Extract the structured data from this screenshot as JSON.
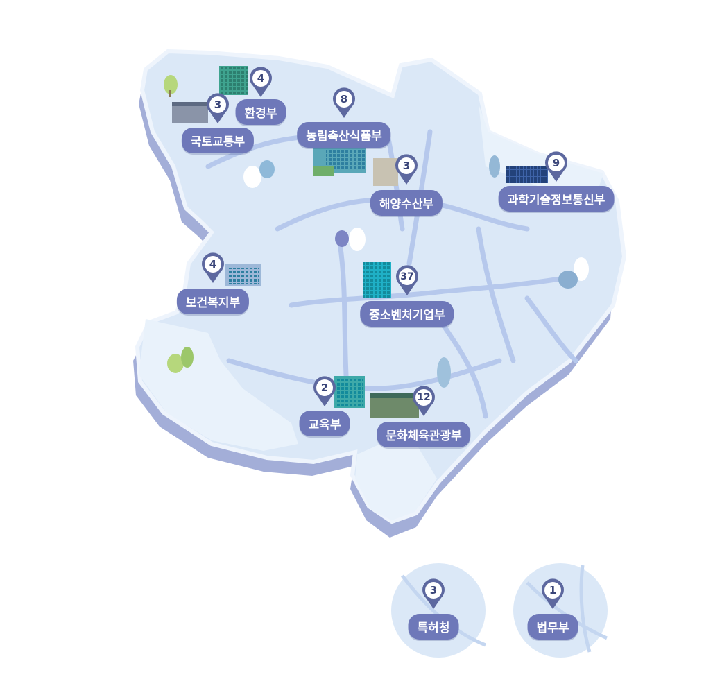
{
  "markers": [
    {
      "key": "hwangyeong",
      "label": "환경부",
      "count": "4"
    },
    {
      "key": "gukto",
      "label": "국토교통부",
      "count": "3"
    },
    {
      "key": "nongrim",
      "label": "농림축산식품부",
      "count": "8"
    },
    {
      "key": "haeyang",
      "label": "해양수산부",
      "count": "3"
    },
    {
      "key": "gwahak",
      "label": "과학기술정보통신부",
      "count": "9"
    },
    {
      "key": "bogeon",
      "label": "보건복지부",
      "count": "4"
    },
    {
      "key": "jungso",
      "label": "중소벤처기업부",
      "count": "37"
    },
    {
      "key": "gyoyuk",
      "label": "교육부",
      "count": "2"
    },
    {
      "key": "munhwa",
      "label": "문화체육관광부",
      "count": "12"
    },
    {
      "key": "teukheo",
      "label": "특허청",
      "count": "3"
    },
    {
      "key": "beommu",
      "label": "법무부",
      "count": "1"
    }
  ],
  "colors": {
    "land": "#dbe8f7",
    "land_light": "#e9f2fb",
    "land_shadow": "#a3aed8",
    "road": "#b6c8ec",
    "pin": "#5d689f",
    "label_bg": "#6e78b9"
  }
}
